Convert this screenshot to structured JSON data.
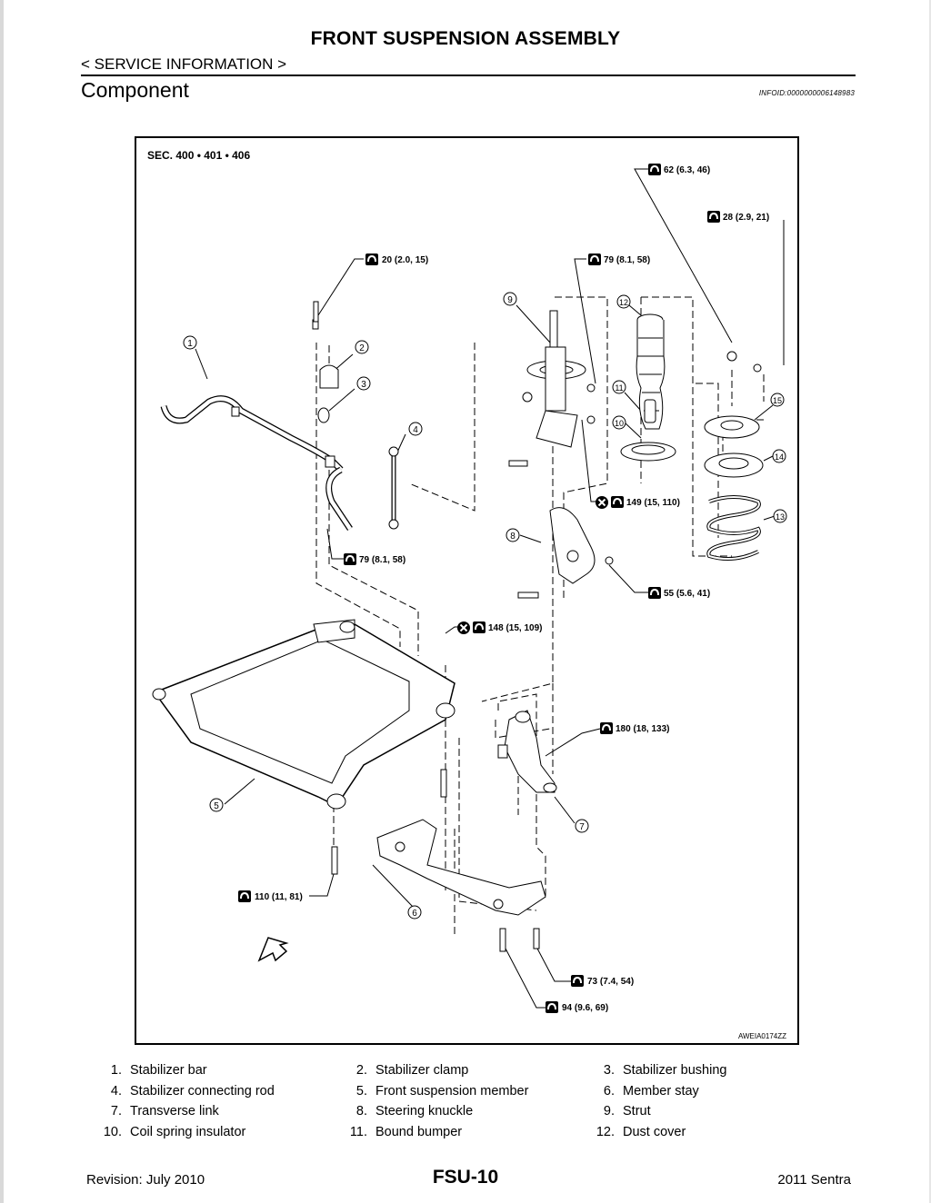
{
  "header": {
    "title": "FRONT SUSPENSION ASSEMBLY",
    "section": "< SERVICE INFORMATION >",
    "heading": "Component",
    "info_id": "INFOID:0000000006148983"
  },
  "figure": {
    "sec_label": "SEC. 400 • 401 • 406",
    "figure_code": "AWEIA0174ZZ",
    "torque_specs": {
      "t62": "62 (6.3, 46)",
      "t28": "28 (2.9, 21)",
      "t20": "20 (2.0, 15)",
      "t79a": "79 (8.1, 58)",
      "t149": "149 (15, 110)",
      "t79b": "79 (8.1, 58)",
      "t55": "55 (5.6, 41)",
      "t148": "148 (15, 109)",
      "t180": "180 (18, 133)",
      "t110": "110 (11, 81)",
      "t73": "73 (7.4, 54)",
      "t94": "94 (9.6, 69)"
    },
    "callouts": {
      "c1": "1",
      "c2": "2",
      "c3": "3",
      "c4": "4",
      "c5": "5",
      "c6": "6",
      "c7": "7",
      "c8": "8",
      "c9": "9",
      "c10": "10",
      "c11": "11",
      "c12": "12",
      "c13": "13",
      "c14": "14",
      "c15": "15"
    }
  },
  "legend": [
    [
      {
        "num": "1.",
        "label": "Stabilizer bar"
      },
      {
        "num": "2.",
        "label": "Stabilizer clamp"
      },
      {
        "num": "3.",
        "label": "Stabilizer bushing"
      }
    ],
    [
      {
        "num": "4.",
        "label": "Stabilizer connecting rod"
      },
      {
        "num": "5.",
        "label": "Front suspension member"
      },
      {
        "num": "6.",
        "label": "Member stay"
      }
    ],
    [
      {
        "num": "7.",
        "label": "Transverse link"
      },
      {
        "num": "8.",
        "label": "Steering knuckle"
      },
      {
        "num": "9.",
        "label": "Strut"
      }
    ],
    [
      {
        "num": "10.",
        "label": "Coil spring insulator"
      },
      {
        "num": "11.",
        "label": "Bound bumper"
      },
      {
        "num": "12.",
        "label": "Dust cover"
      }
    ]
  ],
  "footer": {
    "revision": "Revision: July 2010",
    "page": "FSU-10",
    "model": "2011 Sentra"
  }
}
